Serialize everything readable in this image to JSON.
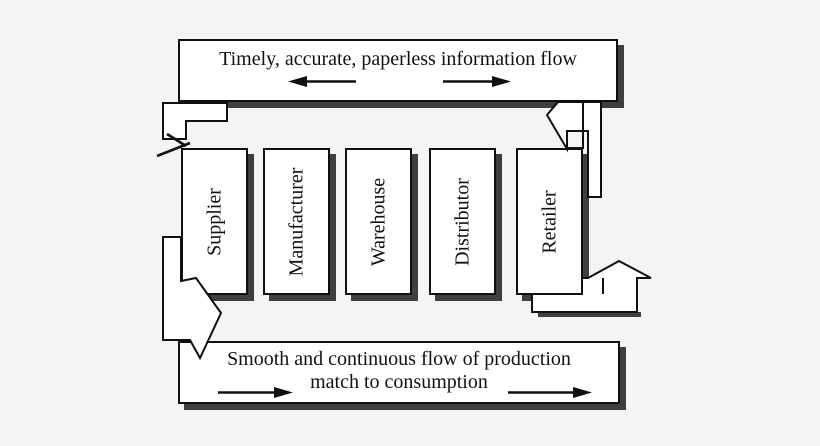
{
  "diagram": {
    "top_banner": {
      "text": "Timely, accurate, paperless information flow"
    },
    "bottom_banner": {
      "line1": "Smooth and continuous flow of production",
      "line2": "match to consumption"
    },
    "stages": [
      {
        "label": "Supplier"
      },
      {
        "label": "Manufacturer"
      },
      {
        "label": "Warehouse"
      },
      {
        "label": "Distributor"
      },
      {
        "label": "Retailer"
      }
    ],
    "icons": {
      "top_left_arrow": "left-arrow",
      "top_right_arrow": "right-arrow",
      "bottom_left_arrow": "right-arrow",
      "bottom_right_arrow": "right-arrow",
      "connectors": [
        "info-flow-to-supplier",
        "info-flow-to-retailer",
        "production-flow-to-supplier",
        "production-flow-from-retailer-up"
      ]
    },
    "colors": {
      "background": "#f4f4f3",
      "box_fill": "#ffffff",
      "border": "#101010",
      "shadow": "#3f3f3f"
    }
  }
}
